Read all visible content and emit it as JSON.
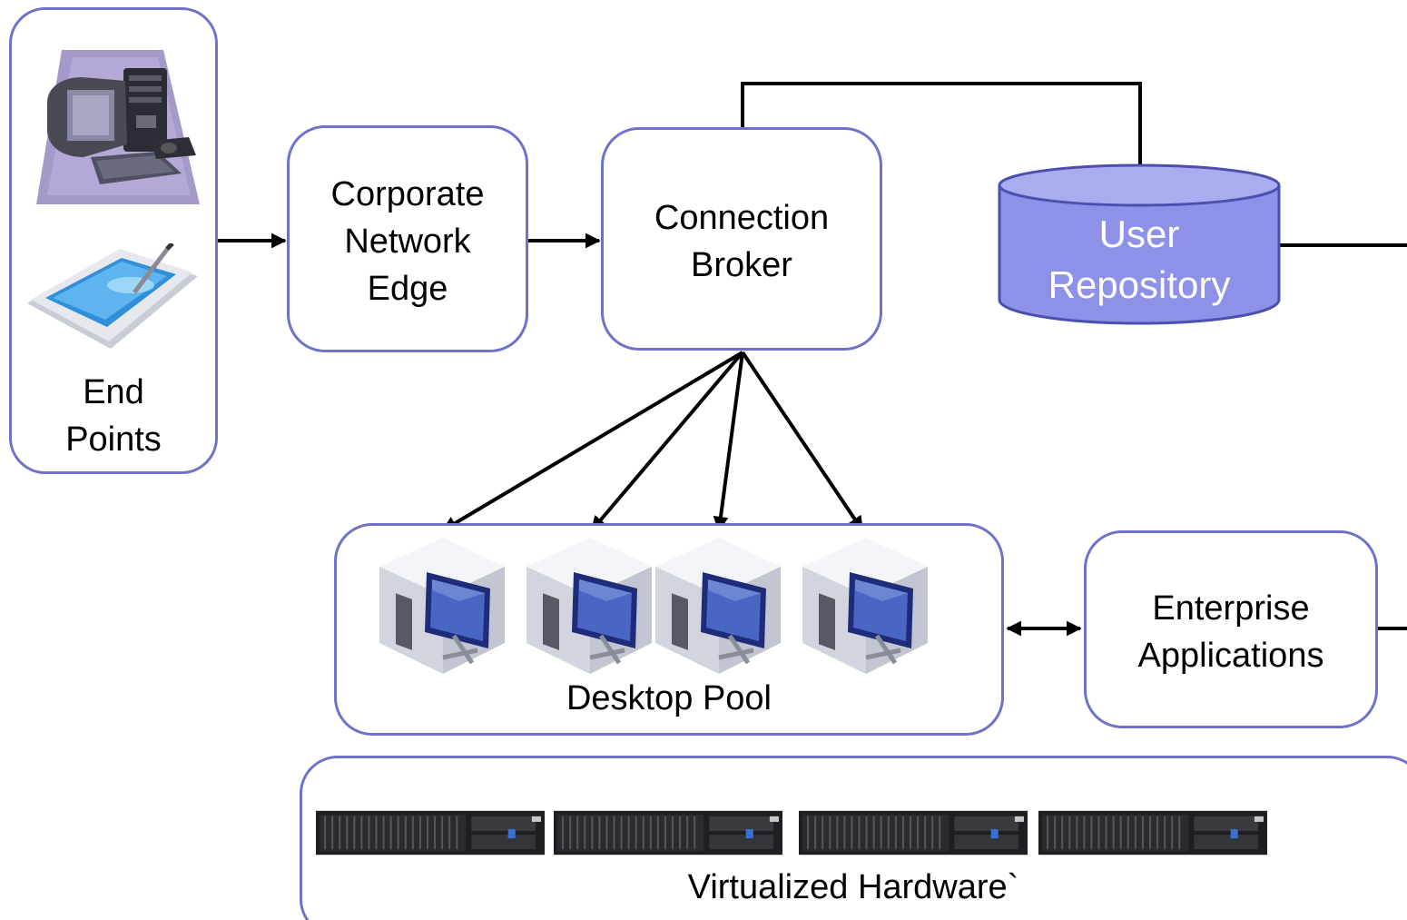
{
  "nodes": {
    "end_points": {
      "lines": [
        "End",
        "Points"
      ]
    },
    "corporate_network_edge": {
      "lines": [
        "Corporate",
        "Network",
        "Edge"
      ]
    },
    "connection_broker": {
      "lines": [
        "Connection",
        "Broker"
      ]
    },
    "user_repository": {
      "lines": [
        "User",
        "Repository"
      ]
    },
    "desktop_pool": {
      "label": "Desktop Pool"
    },
    "enterprise_applications": {
      "lines": [
        "Enterprise",
        "Applications"
      ]
    },
    "virtualized_hardware": {
      "label": "Virtualized Hardware`"
    }
  },
  "icons": {
    "end_point_1": "desktop-computer-icon",
    "end_point_2": "tablet-stylus-icon",
    "virtual_desktop": "virtual-desktop-cube-icon",
    "server": "rack-server-icon",
    "repository": "database-cylinder-icon"
  },
  "colors": {
    "box_border": "#6e72c8",
    "repository_fill": "#8d92e8",
    "repository_text": "#ffffff",
    "connector": "#000000"
  }
}
